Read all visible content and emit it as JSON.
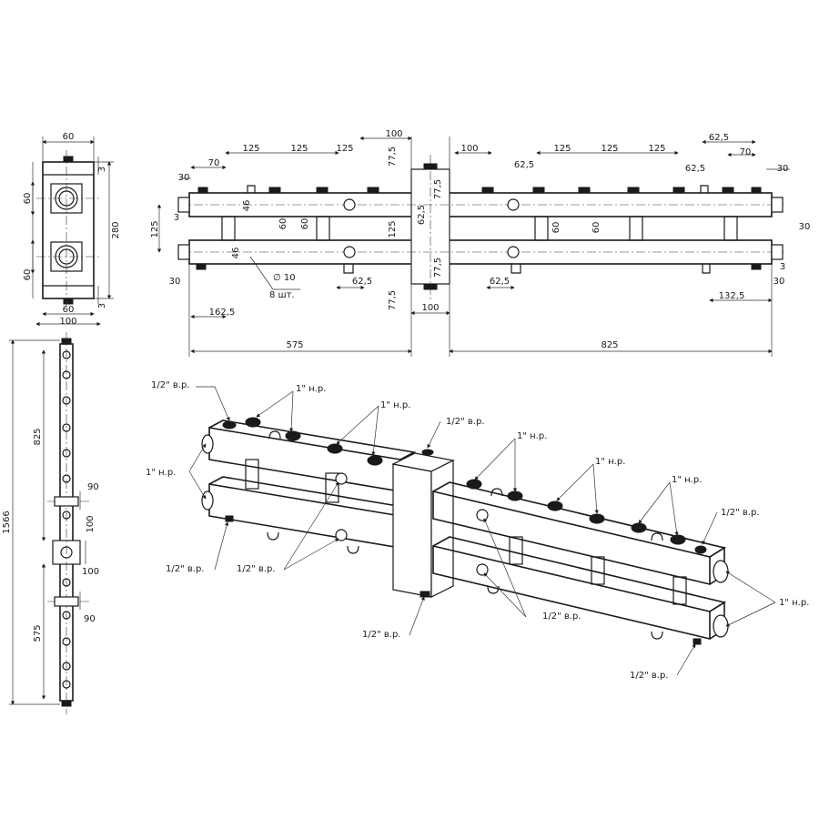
{
  "side_view": {
    "dims": {
      "top_width": "60",
      "gap_top": "60",
      "height": "280",
      "gap_bottom": "60",
      "bottom_width": "60",
      "total_width": "100",
      "offset_a": "3",
      "offset_b": "3"
    }
  },
  "vertical_view": {
    "dims": {
      "total": "1566",
      "upper": "825",
      "upper_spacing": "90",
      "hub": "100",
      "lower_hub": "100",
      "lower_spacing": "90",
      "lower": "575"
    }
  },
  "front_view": {
    "dims": {
      "d100_top": "100",
      "d125_a": "125",
      "d125_b": "125",
      "d125_c": "125",
      "d100_right": "100",
      "d125_d": "125",
      "d125_e": "125",
      "d125_f": "125",
      "d62_5_tr": "62,5",
      "d70_l": "70",
      "d30_l": "30",
      "d77_5_a": "77,5",
      "d77_5_b": "77,5",
      "d62_5_mid": "62,5",
      "d62_5_r2": "62,5",
      "d70_r": "70",
      "d30_r": "30",
      "d125_side": "125",
      "d3_side": "3",
      "d46_a": "46",
      "d60_a": "60",
      "d60_b": "60",
      "d62_5_v": "62,5",
      "d125_hub": "125",
      "d60_c": "60",
      "d60_d": "60",
      "d30_rr": "30",
      "d77_5_c": "77,5",
      "d30_bl": "30",
      "d46_b": "46",
      "d10": "∅ 10",
      "d8pcs": "8 шт.",
      "d62_5_bl": "62,5",
      "d62_5_br": "62,5",
      "d3_br": "3",
      "d132_5": "132,5",
      "d30_br": "30",
      "d77_5_d": "77,5",
      "d162_5": "162,5",
      "d100_bottom": "100",
      "d575": "575",
      "d825": "825"
    }
  },
  "iso_view": {
    "labels": {
      "l1": "1/2\" в.р.",
      "l2": "1\" н.р.",
      "l3": "1\" н.р.",
      "l4": "1/2\" в.р.",
      "l5": "1\" н.р.",
      "l6": "1\" н.р.",
      "l7": "1\" н.р.",
      "l8": "1/2\" в.р.",
      "l9": "1\" н.р.",
      "l10": "1/2\" в.р.",
      "l11": "1/2\" в.р.",
      "l12": "1/2\" в.р.",
      "l13": "1\" н.р.",
      "l14": "1/2\" в.р.",
      "l15": "1/2\" в.р."
    }
  }
}
